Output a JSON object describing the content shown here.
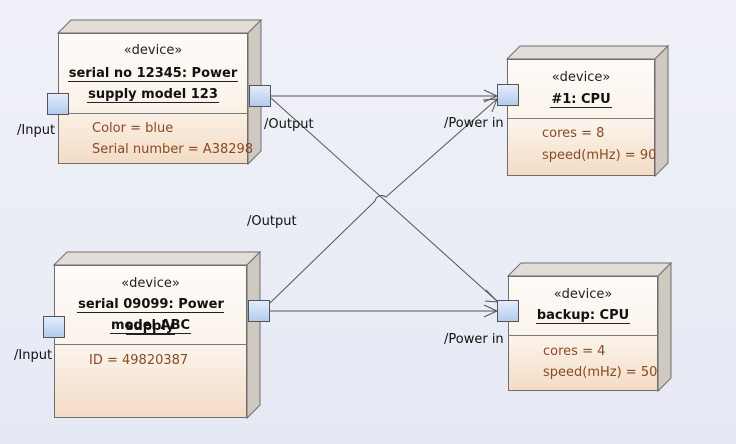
{
  "diagram": {
    "nodes": [
      {
        "id": "psu1",
        "stereotype": "«device»",
        "title_line1": "serial no 12345: Power",
        "title_line2": "supply model 123",
        "attributes": [
          "Color = blue",
          "Serial number = A38298"
        ]
      },
      {
        "id": "psu2",
        "stereotype": "«device»",
        "title_line1": "serial 09099: Power supply",
        "title_line2": "model ABC",
        "attributes": [
          "ID = 49820387"
        ]
      },
      {
        "id": "cpu1",
        "stereotype": "«device»",
        "title_line1": "#1: CPU",
        "attributes": [
          "cores = 8",
          "speed(mHz) = 90"
        ]
      },
      {
        "id": "cpu2",
        "stereotype": "«device»",
        "title_line1": "backup: CPU",
        "attributes": [
          "cores = 4",
          "speed(mHz) = 50"
        ]
      }
    ],
    "port_labels": {
      "psu1_input": "/Input",
      "psu1_output": "/Output",
      "psu2_input": "/Input",
      "psu2_output": "/Output",
      "cpu1_power": "/Power in",
      "cpu2_power": "/Power in"
    },
    "connections": [
      {
        "from": "psu1.output",
        "to": "cpu1.power_in"
      },
      {
        "from": "psu1.output",
        "to": "cpu2.power_in"
      },
      {
        "from": "psu2.output",
        "to": "cpu1.power_in"
      },
      {
        "from": "psu2.output",
        "to": "cpu2.power_in"
      }
    ]
  }
}
